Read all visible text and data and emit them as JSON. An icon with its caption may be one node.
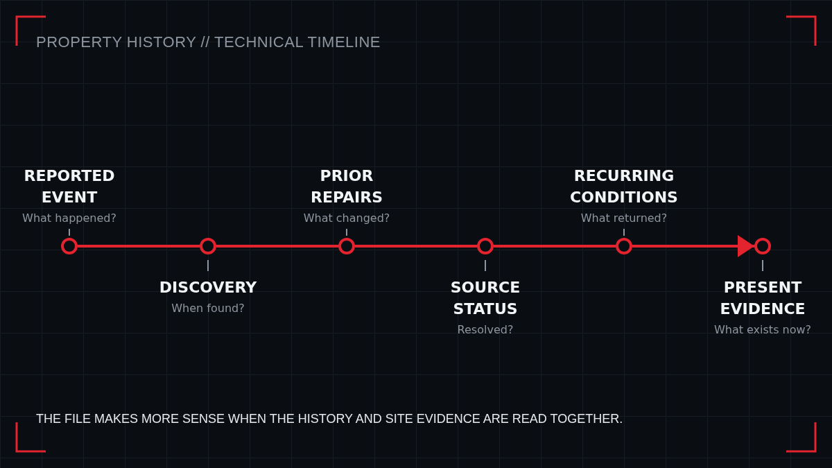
{
  "diagram": {
    "title": "PROPERTY HISTORY // TECHNICAL TIMELINE",
    "caption": "THE FILE MAKES MORE SENSE WHEN THE HISTORY AND SITE EVIDENCE ARE READ TOGETHER.",
    "nodes": [
      {
        "text": [],
        "shape": "circle",
        "beside": [
          "REPORTED EVENT",
          "What happened?"
        ]
      },
      {
        "text": [],
        "shape": "circle",
        "beside": [
          "DISCOVERY",
          "When found?"
        ]
      },
      {
        "text": [],
        "shape": "circle",
        "beside": [
          "PRIOR REPAIRS",
          "What changed?"
        ]
      },
      {
        "text": [],
        "shape": "circle",
        "beside": [
          "SOURCE STATUS",
          "Resolved?"
        ]
      },
      {
        "text": [],
        "shape": "circle",
        "beside": [
          "RECURRING CONDITIONS",
          "What returned?"
        ]
      },
      {
        "text": [],
        "shape": "circle",
        "beside": [
          "PRESENT EVIDENCE",
          "What exists now?"
        ]
      }
    ],
    "edges": [
      {
        "from": 0,
        "to": 1,
        "arrow": "none"
      },
      {
        "from": 1,
        "to": 2,
        "arrow": "none"
      },
      {
        "from": 2,
        "to": 3,
        "arrow": "none"
      },
      {
        "from": 3,
        "to": 4,
        "arrow": "none"
      },
      {
        "from": 4,
        "to": 5,
        "arrow": "to"
      }
    ]
  }
}
